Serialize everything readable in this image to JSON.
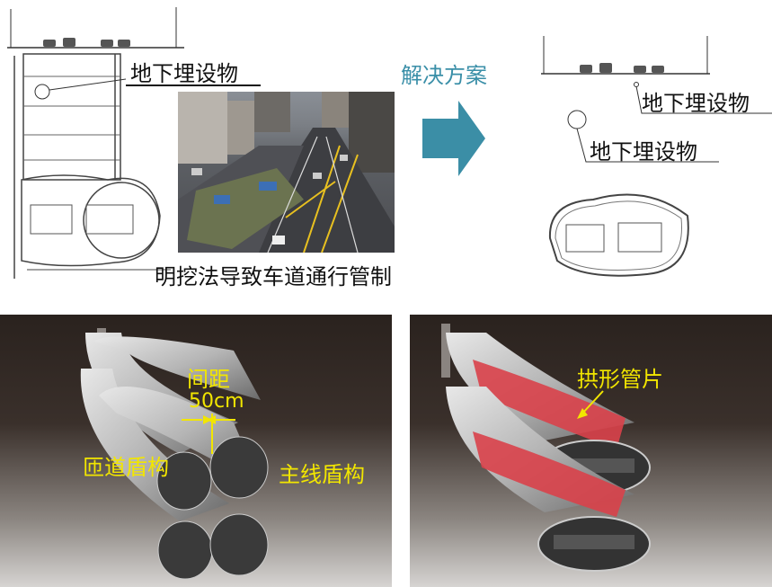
{
  "top": {
    "left_label": "地下埋设物",
    "photo_caption": "明挖法导致车道通行管制",
    "solution_label": "解决方案",
    "right_label_upper": "地下埋设物",
    "right_label_lower": "地下埋设物"
  },
  "bottom_left": {
    "spacing_label": "间距",
    "spacing_value": "50cm",
    "ramp_label": "匝道盾构",
    "main_label": "主线盾构"
  },
  "bottom_right": {
    "arch_label": "拱形管片"
  },
  "colors": {
    "arrow": "#3b8ea6",
    "callout_yellow": "#f2e600",
    "arch_segment": "#d9414a"
  }
}
